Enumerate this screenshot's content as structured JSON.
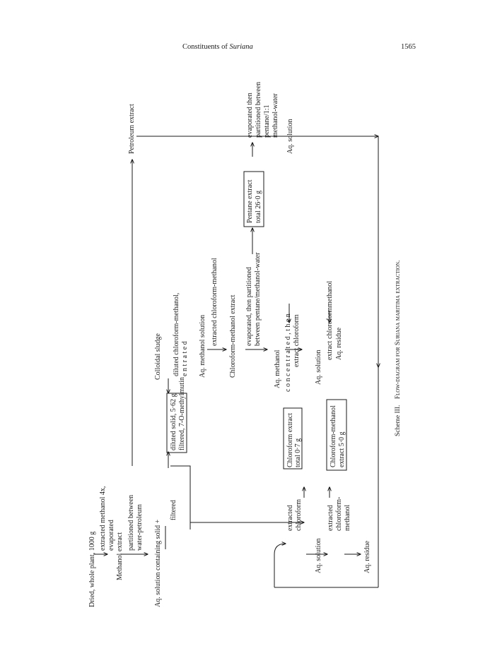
{
  "header": {
    "running_title_prefix": "Constituents of",
    "running_title_genus": "Suriana",
    "page_number": "1565"
  },
  "caption": {
    "scheme_label": "Scheme III.",
    "text": "Flow-diagram for Suriana maritima extraction."
  },
  "nodes": {
    "start": "Dried, whole plant, 1000 g",
    "step1_a": "extracted methanol 4x,",
    "step1_b": "evaporated",
    "methanol_extract": "Methanol extract",
    "step2_a": "partitioned between",
    "step2_b": "water-petroleum",
    "petroleum_extract": "Petroleum extract",
    "aq_solution_solid": "Aq. solution containing solid +",
    "filtered": "filtered",
    "colloidal_sludge": "Colloidal sludge",
    "box_diluted_a": "diluted solid, 5·62 g",
    "box_diluted_b": "filtered, 7-O-methylmutin",
    "diluted_note": "diluted chloroform-methanol,",
    "concentrated_spaced": "e n t r a t e d",
    "aq_methanol_solution": "Aq. methanol solution",
    "extracted_cm": "extracted chloroform-methanol",
    "cm_extract": "Chloroform-methanol extract",
    "evap_part_a": "evaporated, then partitioned",
    "evap_part_b": "between pentane/methanol-water",
    "pentane_box_a": "Pentane extract",
    "pentane_box_b": "total 26·0 g",
    "pent_note_a": "evaporated then",
    "pent_note_b": "partitioned between",
    "pent_note_c": "pentane/1:1",
    "pent_note_d": "methanol-water",
    "aq_solution_right": "Aq. solution",
    "aq_methanol": "Aq. methanol",
    "conc_then_a": "c o n c e n t r a t e d , t h e n",
    "conc_then_b": "extract chloroform",
    "chloroform_box_a": "Chloroform extract",
    "chloroform_box_b": "total 0·7 g",
    "aq_solution_mid": "Aq. solution",
    "extract_cm_a": "extract",
    "extract_cm_b": "chloroformmethanol",
    "aq_residue_mid": "Aq. residue",
    "cm_box_a": "Chloroform-methanol",
    "cm_box_b": "extract 5·0 g",
    "extracted_chloroform_a": "extracted",
    "extracted_chloroform_b": "chloroform",
    "aq_solution_left": "Aq. solution",
    "extracted_cmm_a": "extracted",
    "extracted_cmm_b": "chloroform-",
    "extracted_cmm_c": "methanol",
    "aq_residue_left": "Aq. residue"
  }
}
